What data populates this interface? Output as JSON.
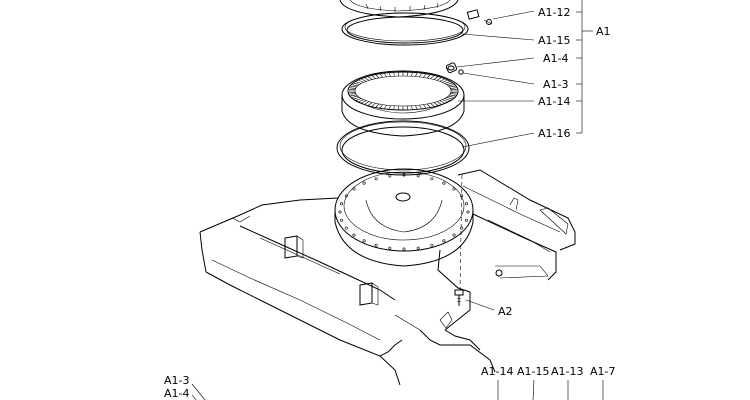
{
  "callouts": {
    "a1_12": "A1-12",
    "a1_15": "A1-15",
    "a1": "A1",
    "a1_4": "A1-4",
    "a1_3": "A1-3",
    "a1_14": "A1-14",
    "a1_16": "A1-16",
    "a2": "A2"
  },
  "bottom_labels": {
    "left_a1_3": "A1-3",
    "left_a1_4": "A1-4",
    "b_a1_14": "A1-14",
    "b_a1_15": "A1-15",
    "b_a1_13": "A1-13",
    "b_a1_7": "A1-7"
  }
}
